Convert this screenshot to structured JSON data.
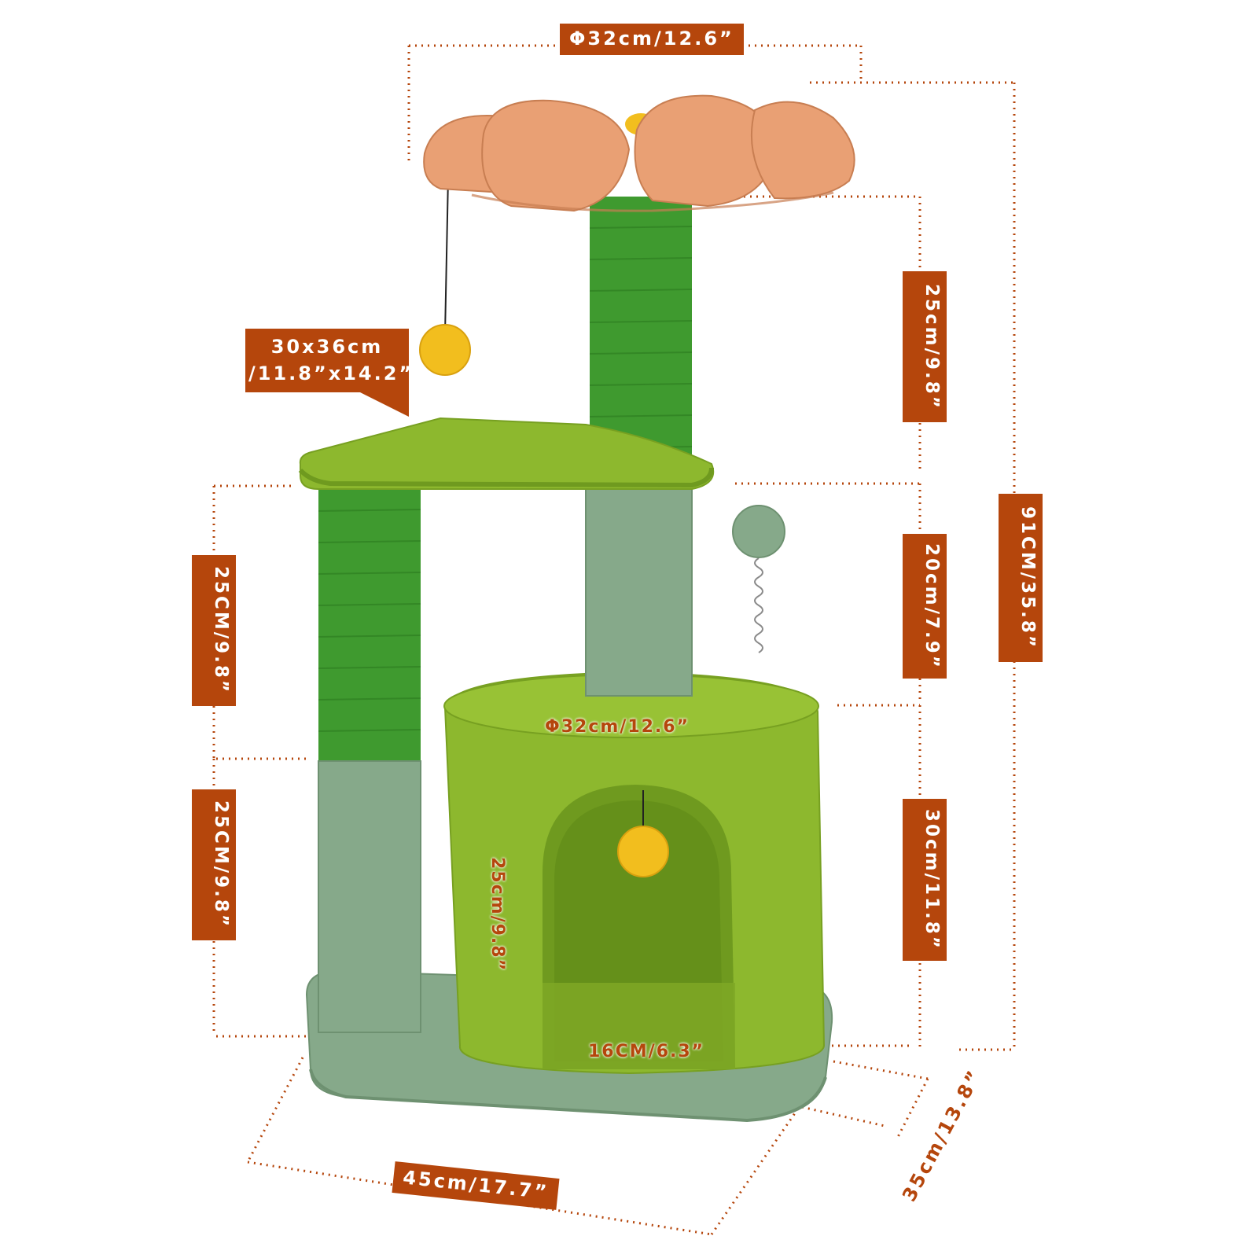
{
  "colors": {
    "accent": "#B5460C",
    "petal": "#E9A074",
    "grass_green": "#8DB82E",
    "sisal_green": "#3F9A2F",
    "sage": "#86A98A",
    "pompom_yellow": "#F2BE1E",
    "pompom_sage": "#86A98A"
  },
  "dimensions": {
    "top_diameter": "Φ32cm/12.6”",
    "platform_size_line1": "30x36cm",
    "platform_size_line2": "/11.8”x14.2”",
    "top_post_height": "25cm/9.8”",
    "total_height": "91CM/35.8”",
    "left_upper_post": "25CM/9.8”",
    "left_lower_post": "25CM/9.8”",
    "middle_post": "20cm/7.9”",
    "condo_height": "30cm/11.8”",
    "condo_diameter": "Φ32cm/12.6”",
    "entrance_height": "25cm/9.8”",
    "entrance_width": "16CM/6.3”",
    "base_width": "45cm/17.7”",
    "base_depth": "35cm/13.8”"
  }
}
